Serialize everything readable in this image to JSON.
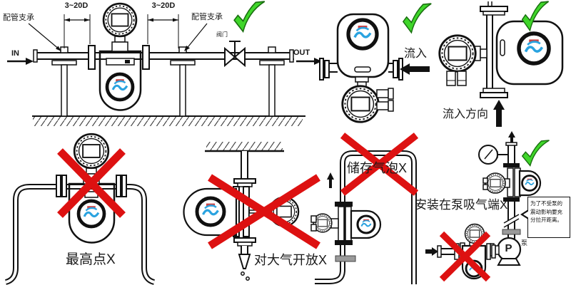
{
  "scene1": {
    "pipe_support_label_1": "配管支承",
    "pipe_support_label_2": "配管支承",
    "dim_label_1": "3~20D",
    "dim_label_2": "3~20D",
    "in_label": "IN",
    "out_label": "OUT",
    "valve_label": "阀门"
  },
  "scene2": {
    "inflow_label": "流入"
  },
  "scene3": {
    "flow_direction_label": "流入方向"
  },
  "scene4": {
    "caption": "最高点X"
  },
  "scene5": {
    "caption": "对大气开放X"
  },
  "scene6": {
    "caption": "储存气泡X"
  },
  "scene7": {
    "caption": "安装在泵吸气端X",
    "pump_letter": "P",
    "pump_label": "泵",
    "note": "为了不受泵的震动影响要充分拉开距离。"
  },
  "icons": {
    "correct": "check-icon",
    "incorrect": "cross-icon",
    "gauge": "pressure-gauge-icon",
    "valve": "valve-icon",
    "pump": "pump-icon"
  },
  "colors": {
    "check_green": "#3fd62a",
    "cross_red": "#dd1111",
    "logo_blue": "#2aa3e0",
    "line_black": "#111111"
  }
}
